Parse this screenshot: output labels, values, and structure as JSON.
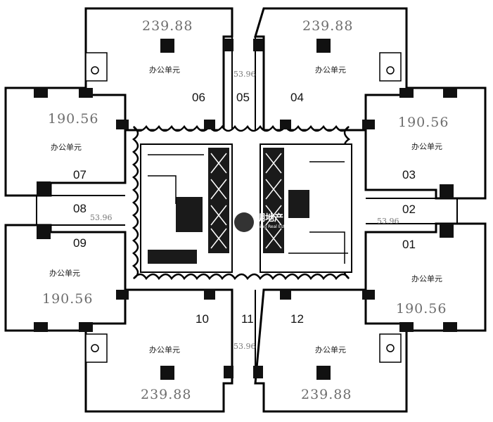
{
  "plan": {
    "units": [
      {
        "id": "06",
        "area": "239.88",
        "type": "办公单元"
      },
      {
        "id": "04",
        "area": "239.88",
        "type": "办公单元"
      },
      {
        "id": "07",
        "area": "190.56",
        "type": "办公单元"
      },
      {
        "id": "03",
        "area": "190.56",
        "type": "办公单元"
      },
      {
        "id": "09",
        "area": "190.56",
        "type": "办公单元"
      },
      {
        "id": "01",
        "area": "190.56",
        "type": "办公单元"
      },
      {
        "id": "10",
        "area": "239.88",
        "type": "办公单元"
      },
      {
        "id": "12",
        "area": "239.88",
        "type": "办公单元"
      },
      {
        "id": "05",
        "area": "53.96"
      },
      {
        "id": "08",
        "area": "53.96"
      },
      {
        "id": "02",
        "area": "53.96"
      },
      {
        "id": "11",
        "area": "53.96"
      }
    ],
    "watermark": {
      "text": "明地产",
      "subtext": "ming Real Estate"
    },
    "line_color": "#000000",
    "core_color": "#1a1a1a"
  }
}
